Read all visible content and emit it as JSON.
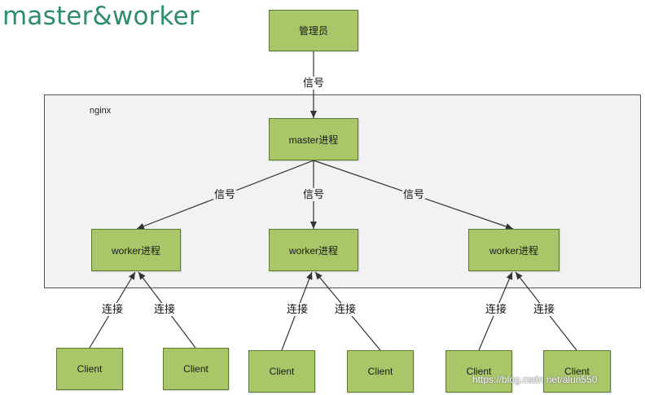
{
  "title": "master&worker",
  "container_label": "nginx",
  "nodes": {
    "admin": "管理员",
    "master": "master进程",
    "worker1": "worker进程",
    "worker2": "worker进程",
    "worker3": "worker进程",
    "client1": "Client",
    "client2": "Client",
    "client3": "Client",
    "client4": "Client",
    "client5": "Client",
    "client6": "Client"
  },
  "edge_labels": {
    "signal_admin": "信号",
    "signal_w1": "信号",
    "signal_w2": "信号",
    "signal_w3": "信号",
    "conn1": "连接",
    "conn2": "连接",
    "conn3": "连接",
    "conn4": "连接",
    "conn5": "连接",
    "conn6": "连接"
  },
  "colors": {
    "title": "#2e8b70",
    "node_fill": "#a9c769",
    "node_border": "#5c7a30",
    "container_fill": "#f2f2f2"
  },
  "watermark": "https://blog.csdn.net/alun550"
}
